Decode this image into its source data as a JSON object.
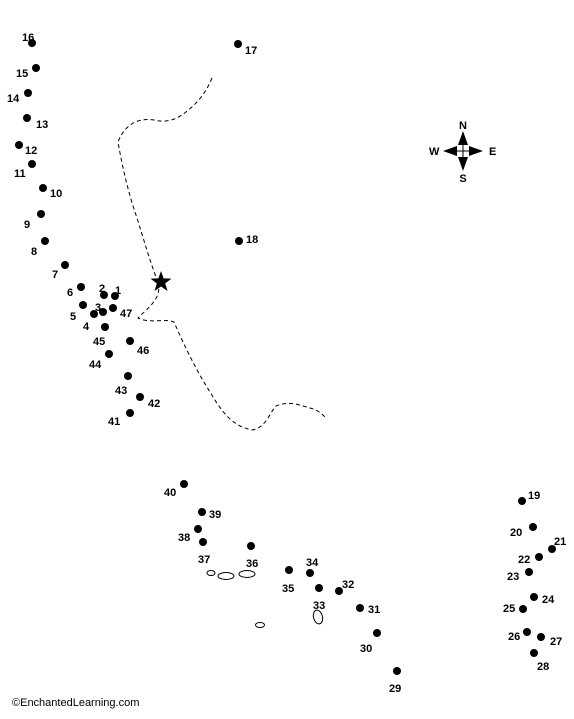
{
  "copyright": "©EnchantedLearning.com",
  "compass": {
    "north": "N",
    "south": "S",
    "east": "E",
    "west": "W"
  },
  "marker": "star",
  "dots": [
    {
      "label": "1"
    },
    {
      "label": "2"
    },
    {
      "label": "3"
    },
    {
      "label": "4"
    },
    {
      "label": "5"
    },
    {
      "label": "6"
    },
    {
      "label": "7"
    },
    {
      "label": "8"
    },
    {
      "label": "9"
    },
    {
      "label": "10"
    },
    {
      "label": "11"
    },
    {
      "label": "12"
    },
    {
      "label": "13"
    },
    {
      "label": "14"
    },
    {
      "label": "15"
    },
    {
      "label": "16"
    },
    {
      "label": "17"
    },
    {
      "label": "18"
    },
    {
      "label": "19"
    },
    {
      "label": "20"
    },
    {
      "label": "21"
    },
    {
      "label": "22"
    },
    {
      "label": "23"
    },
    {
      "label": "24"
    },
    {
      "label": "25"
    },
    {
      "label": "26"
    },
    {
      "label": "27"
    },
    {
      "label": "28"
    },
    {
      "label": "29"
    },
    {
      "label": "30"
    },
    {
      "label": "31"
    },
    {
      "label": "32"
    },
    {
      "label": "33"
    },
    {
      "label": "34"
    },
    {
      "label": "35"
    },
    {
      "label": "36"
    },
    {
      "label": "37"
    },
    {
      "label": "38"
    },
    {
      "label": "39"
    },
    {
      "label": "40"
    },
    {
      "label": "41"
    },
    {
      "label": "42"
    },
    {
      "label": "43"
    },
    {
      "label": "44"
    },
    {
      "label": "45"
    },
    {
      "label": "46"
    },
    {
      "label": "47"
    }
  ]
}
